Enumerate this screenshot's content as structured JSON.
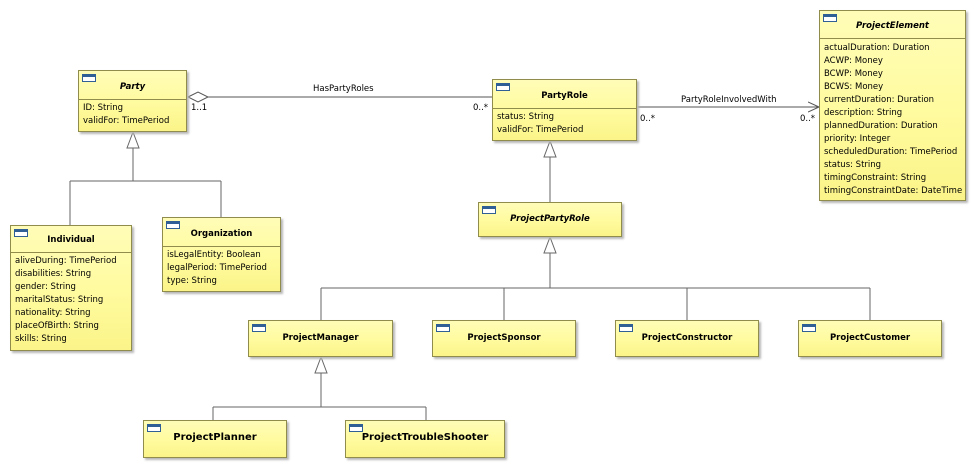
{
  "classes": {
    "party": {
      "name": "Party",
      "attributes": [
        "ID: String",
        "validFor: TimePeriod"
      ]
    },
    "individual": {
      "name": "Individual",
      "attributes": [
        "aliveDuring: TimePeriod",
        "disabilities: String",
        "gender: String",
        "maritalStatus: String",
        "nationality: String",
        "placeOfBirth: String",
        "skills: String"
      ]
    },
    "organization": {
      "name": "Organization",
      "attributes": [
        "isLegalEntity: Boolean",
        "legalPeriod: TimePeriod",
        "type: String"
      ]
    },
    "party_role": {
      "name": "PartyRole",
      "attributes": [
        "status: String",
        "validFor: TimePeriod"
      ]
    },
    "project_party_role": {
      "name": "ProjectPartyRole"
    },
    "project_element": {
      "name": "ProjectElement",
      "attributes": [
        "actualDuration: Duration",
        "ACWP: Money",
        "BCWP: Money",
        "BCWS: Money",
        "currentDuration: Duration",
        "description: String",
        "plannedDuration: Duration",
        "priority: Integer",
        "scheduledDuration: TimePeriod",
        "status: String",
        "timingConstraint: String",
        "timingConstraintDate: DateTime"
      ]
    },
    "project_manager": {
      "name": "ProjectManager"
    },
    "project_sponsor": {
      "name": "ProjectSponsor"
    },
    "project_constructor": {
      "name": "ProjectConstructor"
    },
    "project_customer": {
      "name": "ProjectCustomer"
    },
    "project_planner": {
      "name": "ProjectPlanner"
    },
    "project_trouble_shooter": {
      "name": "ProjectTroubleShooter"
    }
  },
  "associations": {
    "has_party_roles": {
      "label": "HasPartyRoles",
      "source_multiplicity": "1..1",
      "target_multiplicity": "0..*"
    },
    "party_role_involved_with": {
      "label": "PartyRoleInvolvedWith",
      "source_multiplicity": "0..*",
      "target_multiplicity": "0..*"
    }
  },
  "colors": {
    "class_fill": "#fffb9e",
    "class_border": "#8f8c4c",
    "line": "#555555",
    "icon": "#2f5f94"
  }
}
